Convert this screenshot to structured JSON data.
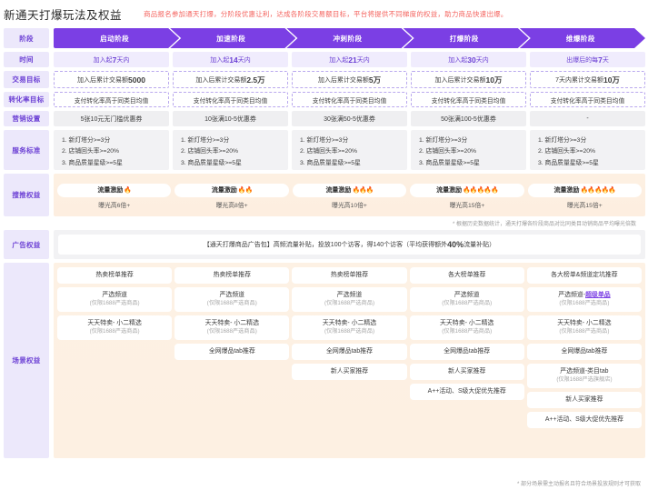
{
  "header": {
    "title": "新通天打爆玩法及权益",
    "subtitle": "商品报名参加通天打爆，分阶段优惠让利，达成各阶段交易额目标，平台将提供不同梯度的权益，助力商品快速出爆。"
  },
  "row_labels": {
    "stage": "阶段",
    "time": "时间",
    "trade_goal": "交易目标",
    "conversion_goal": "转化率目标",
    "marketing": "营销设置",
    "service": "服务标准",
    "search_rights": "搜推权益",
    "ad_rights": "广告权益",
    "scene_rights": "场景权益"
  },
  "stages": [
    {
      "name": "启动阶段"
    },
    {
      "name": "加速阶段"
    },
    {
      "name": "冲刺阶段"
    },
    {
      "name": "打爆阶段"
    },
    {
      "name": "维爆阶段"
    }
  ],
  "time": [
    {
      "pre": "加入起",
      "num": "7",
      "post": "天内"
    },
    {
      "pre": "加入起",
      "num": "14",
      "post": "天内"
    },
    {
      "pre": "加入起",
      "num": "21",
      "post": "天内"
    },
    {
      "pre": "加入起",
      "num": "30",
      "post": "天内"
    },
    {
      "pre": "出爆后的每",
      "num": "7",
      "post": "天"
    }
  ],
  "trade_goal": [
    {
      "pre": "加入后累计交易额",
      "num": "5000",
      "post": ""
    },
    {
      "pre": "加入后累计交易额",
      "num": "2.5万",
      "post": ""
    },
    {
      "pre": "加入后累计交易额",
      "num": "5万",
      "post": ""
    },
    {
      "pre": "加入后累计交易额",
      "num": "10万",
      "post": ""
    },
    {
      "pre": "7天内累计交易额",
      "num": "10万",
      "post": ""
    }
  ],
  "conversion_goal": [
    "支付转化率高于同类目均值",
    "支付转化率高于同类目均值",
    "支付转化率高于同类目均值",
    "支付转化率高于同类目均值",
    "支付转化率高于同类目均值"
  ],
  "marketing": [
    "5张10元无门槛优惠券",
    "10张满10-5优惠券",
    "30张满50-5优惠券",
    "50张满100-5优惠券",
    "-"
  ],
  "service_standard": [
    "1. 新灯塔分>=3分",
    "2. 店铺回头率>=20%",
    "3. 商品质量星级>=5星"
  ],
  "search_rights": {
    "label": "流量激励",
    "items": [
      {
        "flames": 1,
        "sub": "曝光高6倍+"
      },
      {
        "flames": 2,
        "sub": "曝光高8倍+"
      },
      {
        "flames": 3,
        "sub": "曝光高10倍+"
      },
      {
        "flames": 5,
        "sub": "曝光高15倍+"
      },
      {
        "flames": 5,
        "sub": "曝光高15倍+"
      }
    ],
    "note": "* 根据历史数据统计，通天打爆各阶段商品对比同类目动销商品平均曝光倍数"
  },
  "ad_rights": {
    "prefix": "【通天打爆商品广告包】高频流量补贴，投放100个访客，得140个访客（平均获得额外",
    "highlight": "40%",
    "suffix": "流量补贴）"
  },
  "scene_rights": {
    "columns": [
      [
        {
          "main": "热卖榜单推荐"
        },
        {
          "main": "严选频道",
          "sub": "(仅限1688严选商品)"
        },
        {
          "main": "天天特卖- 小二精选",
          "sub": "(仅限1688严选商品)"
        }
      ],
      [
        {
          "main": "热卖榜单推荐"
        },
        {
          "main": "严选频道",
          "sub": "(仅限1688严选商品)"
        },
        {
          "main": "天天特卖- 小二精选",
          "sub": "(仅限1688严选商品)"
        },
        {
          "main": "全网爆品tab推荐"
        }
      ],
      [
        {
          "main": "热卖榜单推荐"
        },
        {
          "main": "严选频道",
          "sub": "(仅限1688严选商品)"
        },
        {
          "main": "天天特卖- 小二精选",
          "sub": "(仅限1688严选商品)"
        },
        {
          "main": "全网爆品tab推荐"
        },
        {
          "main": "新人买家推荐"
        }
      ],
      [
        {
          "main": "各大榜单推荐"
        },
        {
          "main": "严选频道",
          "sub": "(仅限1688严选商品)"
        },
        {
          "main": "天天特卖- 小二精选",
          "sub": "(仅限1688严选商品)"
        },
        {
          "main": "全网爆品tab推荐"
        },
        {
          "main": "新人买家推荐"
        },
        {
          "main": "A++活动、S级大促优先推荐"
        }
      ],
      [
        {
          "main": "各大榜单&频道定坑推荐"
        },
        {
          "main": "严选频道-",
          "hi": "超级单品",
          "sub": "(仅限1688严选商品)"
        },
        {
          "main": "天天特卖- 小二精选",
          "sub": "(仅限1688严选商品)"
        },
        {
          "main": "全网爆品tab推荐"
        },
        {
          "main": "严选频道-类目tab",
          "sub": "(仅限1688严选旗舰店)"
        },
        {
          "main": "新人买家推荐"
        },
        {
          "main": "A++活动、S级大促优先推荐"
        }
      ]
    ],
    "note": "* 部分场景需主动报名且符合场景投放规则才可获取"
  },
  "colors": {
    "brand_purple": "#7b3fe4",
    "label_bg": "#ece8fb",
    "subtitle_red": "#f4645f",
    "traffic_bg": "#fdf0e2"
  }
}
